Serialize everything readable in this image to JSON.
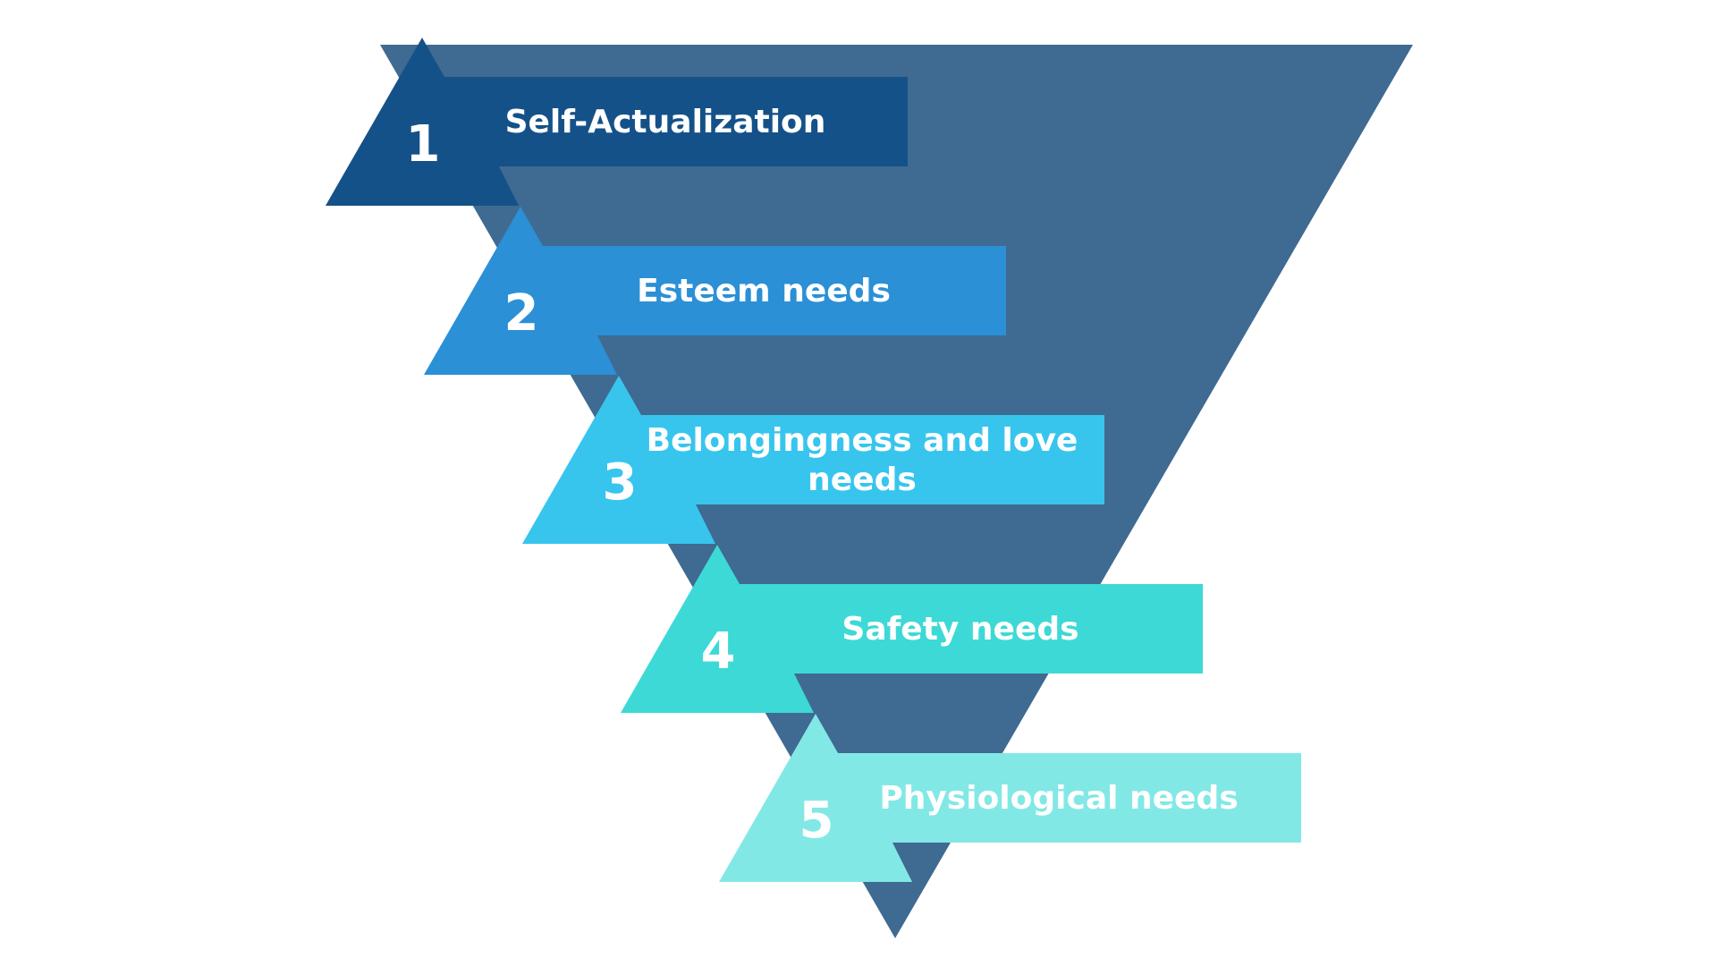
{
  "colors": {
    "background": "#ffffff",
    "funnel": "#3F6A91",
    "text": "#ffffff"
  },
  "levels": [
    {
      "number": "1",
      "label_lines": [
        "Self-Actualization"
      ],
      "color": "#155189"
    },
    {
      "number": "2",
      "label_lines": [
        "Esteem needs"
      ],
      "color": "#2B90D6"
    },
    {
      "number": "3",
      "label_lines": [
        "Belongingness and love",
        "needs"
      ],
      "color": "#37C5EE"
    },
    {
      "number": "4",
      "label_lines": [
        "Safety needs"
      ],
      "color": "#3DD9D6"
    },
    {
      "number": "5",
      "label_lines": [
        "Physiological needs"
      ],
      "color": "#82E8E6"
    }
  ]
}
